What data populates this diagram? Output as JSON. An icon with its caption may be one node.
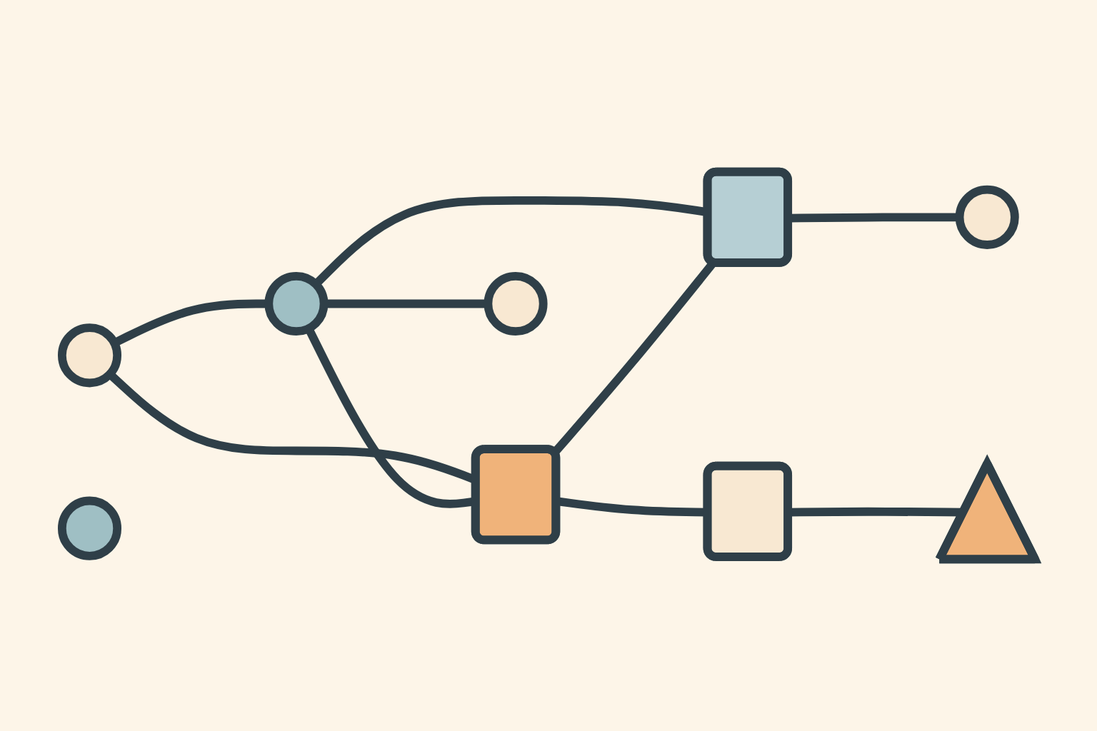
{
  "diagram": {
    "nodes": [
      {
        "text": [],
        "shape": "circle"
      },
      {
        "text": [],
        "shape": "circle"
      },
      {
        "text": [],
        "shape": "box"
      },
      {
        "text": [],
        "shape": "circle"
      },
      {
        "text": [],
        "shape": "circle"
      },
      {
        "text": [],
        "shape": "box"
      },
      {
        "text": [],
        "shape": "box"
      },
      {
        "text": [],
        "shape": "circle"
      },
      {
        "text": [],
        "shape": "triangle"
      }
    ],
    "edges": [
      {
        "from": 0,
        "to": 1,
        "arrow": "none"
      },
      {
        "from": 0,
        "to": 2,
        "arrow": "none"
      },
      {
        "from": 1,
        "to": 2,
        "arrow": "none"
      },
      {
        "from": 1,
        "to": 3,
        "arrow": "none"
      },
      {
        "from": 1,
        "to": 5,
        "arrow": "none"
      },
      {
        "from": 2,
        "to": 5,
        "arrow": "none"
      },
      {
        "from": 2,
        "to": 6,
        "arrow": "none"
      },
      {
        "from": 6,
        "to": 8,
        "arrow": "none"
      },
      {
        "from": 5,
        "to": 7,
        "arrow": "none"
      }
    ]
  }
}
